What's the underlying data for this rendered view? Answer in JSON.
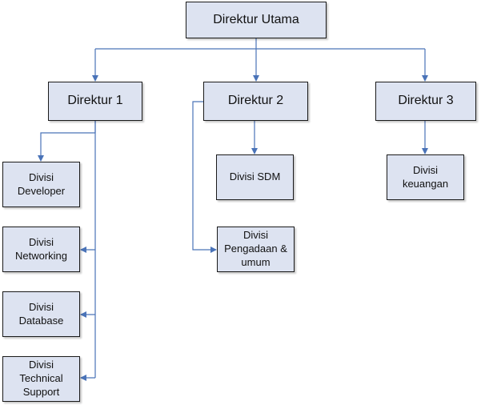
{
  "org_chart": {
    "root": {
      "label": "Direktur Utama"
    },
    "directors": [
      {
        "label": "Direktur 1"
      },
      {
        "label": "Direktur 2"
      },
      {
        "label": "Direktur 3"
      }
    ],
    "divisions": {
      "developer": {
        "line1": "Divisi",
        "line2": "Developer"
      },
      "networking": {
        "line1": "Divisi",
        "line2": "Networking"
      },
      "database": {
        "line1": "Divisi",
        "line2": "Database"
      },
      "technical_support": {
        "line1": "Divisi",
        "line2": "Technical",
        "line3": "Support"
      },
      "sdm": {
        "line1": "Divisi SDM"
      },
      "pengadaan": {
        "line1": "Divisi",
        "line2": "Pengadaan &",
        "line3": "umum"
      },
      "keuangan": {
        "line1": "Divisi",
        "line2": "keuangan"
      }
    }
  },
  "colors": {
    "box_fill": "#dde3f1",
    "box_border": "#1a1a1a",
    "connector": "#4a73b8"
  }
}
